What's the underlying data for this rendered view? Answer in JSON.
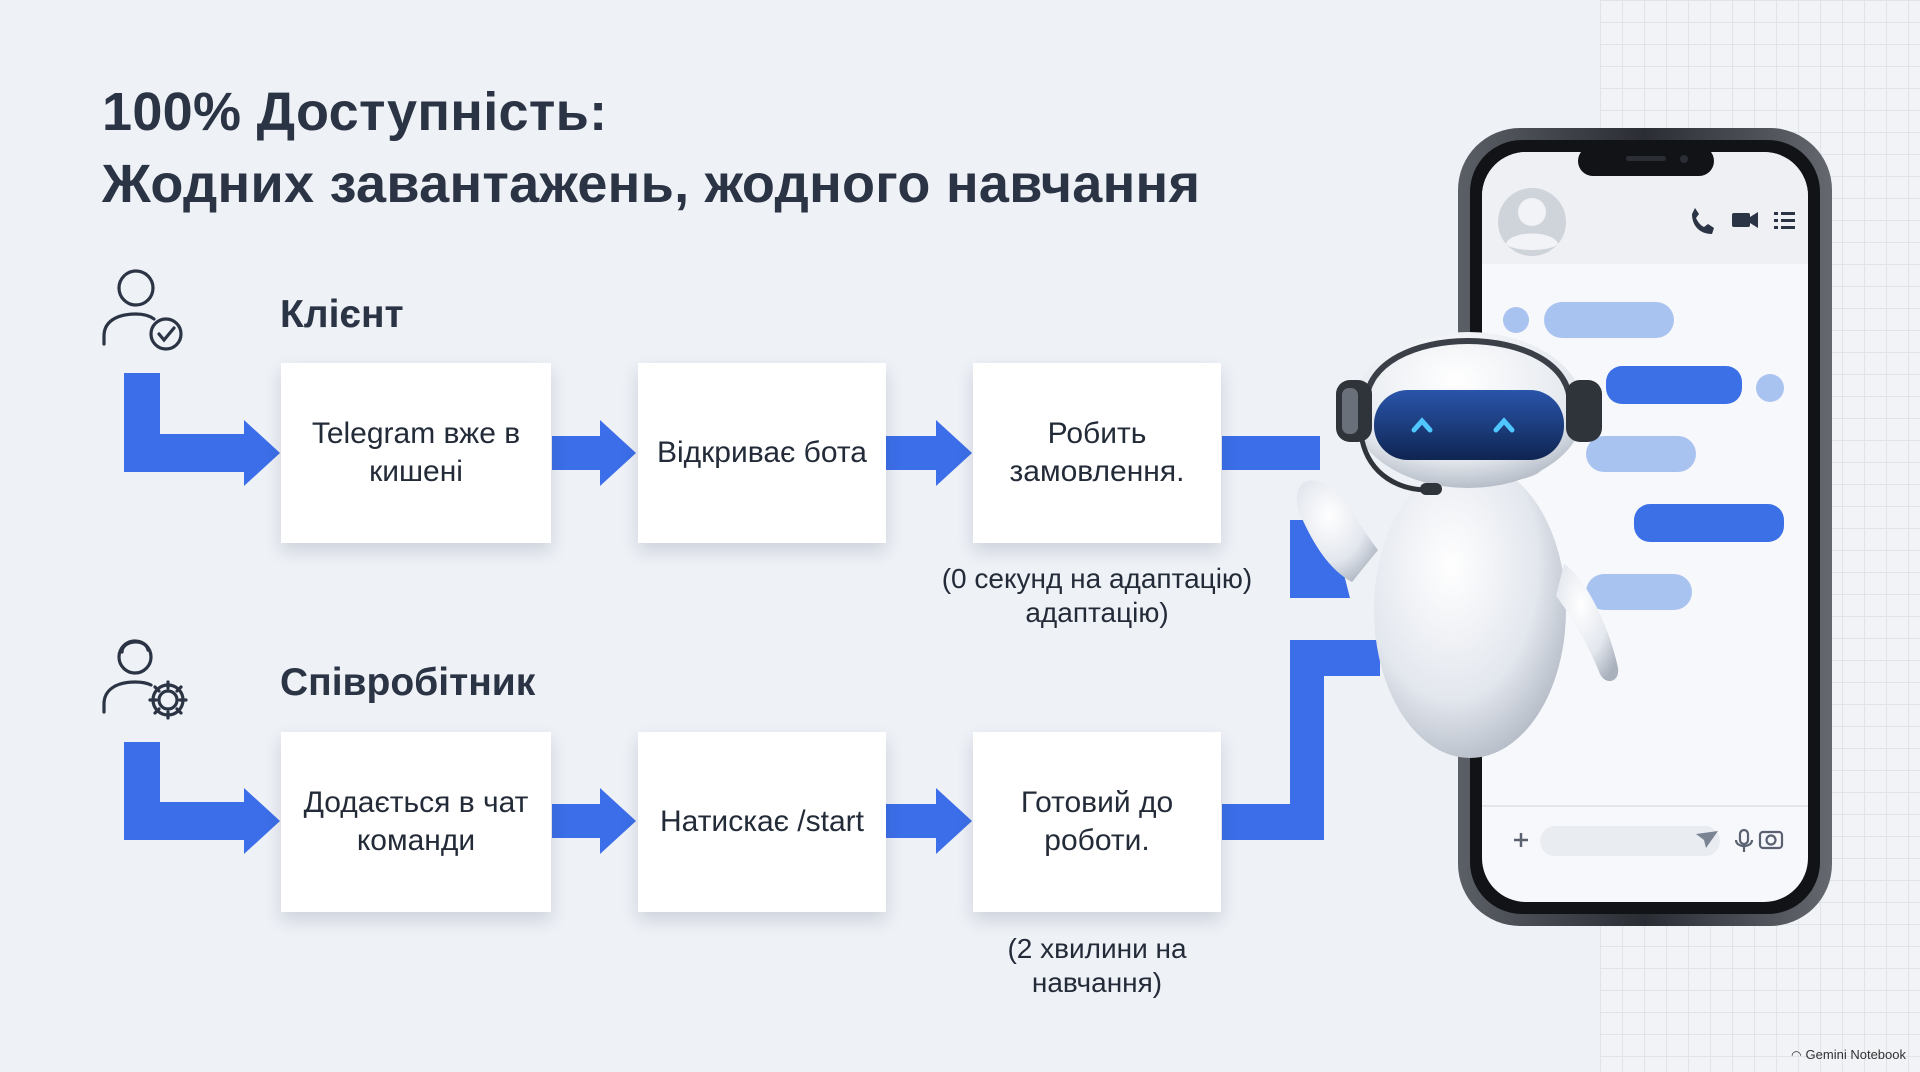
{
  "title": {
    "line1": "100% Доступність:",
    "line2": "Жодних завантажень, жодного навчання"
  },
  "client": {
    "label": "Клієнт",
    "steps": [
      "Telegram вже в кишені",
      "Відкриває бота",
      "Робить замовлення."
    ],
    "note": "(0 секунд на адаптацію) адаптацію)"
  },
  "employee": {
    "label": "Співробітник",
    "steps": [
      "Додається в чат команди",
      "Натискає /start",
      "Готовий до роботи."
    ],
    "note": "(2 хвилини на навчання)"
  },
  "watermark": "Gemini Notebook",
  "colors": {
    "accent": "#3b6ee8",
    "background": "#eef1f6",
    "bubble_light": "#a9c3f1",
    "bubble_dark": "#3c70e6",
    "robot_visor": "#1c3f8a"
  },
  "icons": [
    "client-person-check-icon",
    "employee-person-gear-icon",
    "phone-call-icon",
    "video-call-icon",
    "menu-list-icon",
    "send-icon",
    "mic-icon",
    "camera-icon",
    "plus-icon",
    "avatar-icon",
    "robot-illustration"
  ]
}
